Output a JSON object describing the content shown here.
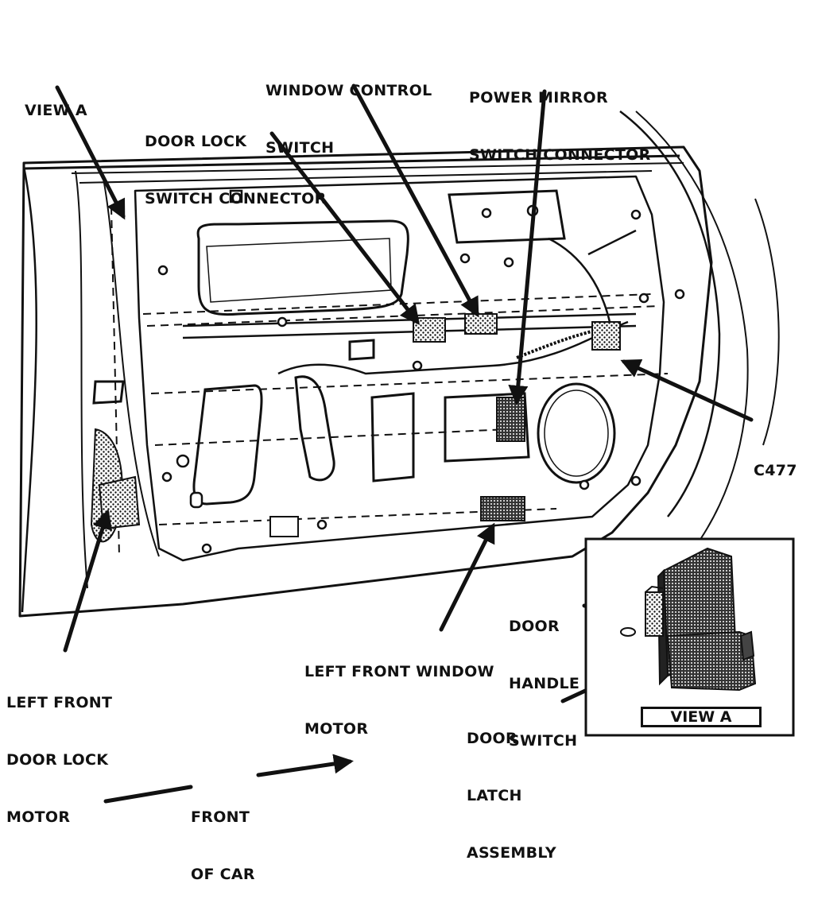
{
  "labels": {
    "view_a": "VIEW A",
    "window_control_switch": [
      "WINDOW CONTROL",
      "SWITCH"
    ],
    "power_mirror_switch_connector": [
      "POWER MIRROR",
      "SWITCH CONNECTOR"
    ],
    "door_lock_switch_connector": [
      "DOOR LOCK",
      "SWITCH CONNECTOR"
    ],
    "c477": "C477",
    "left_front_door_lock_motor": [
      "LEFT FRONT",
      "DOOR LOCK",
      "MOTOR"
    ],
    "left_front_window_motor": [
      "LEFT FRONT WINDOW",
      "MOTOR"
    ],
    "door_handle_switch": [
      "DOOR",
      "HANDLE",
      "SWITCH"
    ],
    "door_latch_assembly": [
      "DOOR",
      "LATCH",
      "ASSEMBLY"
    ],
    "front_of_car": [
      "FRONT",
      "OF CAR"
    ],
    "inset_title": "VIEW A"
  },
  "colors": {
    "ink": "#111111",
    "paper": "#ffffff",
    "shade": "#555555"
  }
}
